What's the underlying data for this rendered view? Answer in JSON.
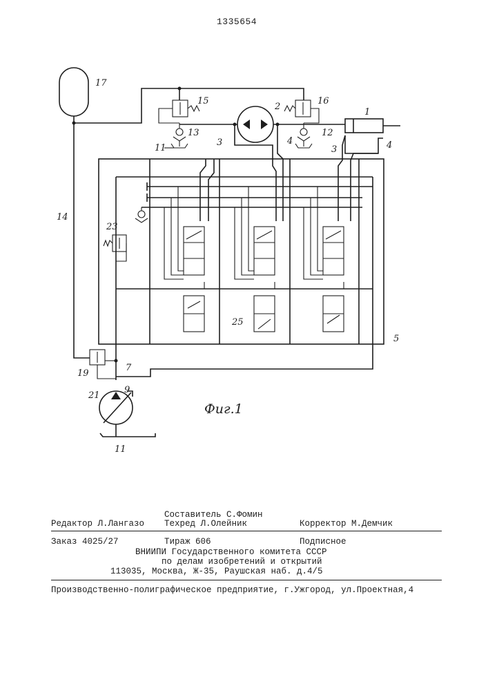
{
  "page_number": "1335654",
  "figure": {
    "caption": "Фиг.1",
    "labels": {
      "l1": "1",
      "l2": "2",
      "l3a": "3",
      "l3b": "3",
      "l4a": "4",
      "l4b": "4",
      "l5": "5",
      "l7": "7",
      "l9": "9",
      "l11a": "11",
      "l11b": "11",
      "l12": "12",
      "l13": "13",
      "l14": "14",
      "l15": "15",
      "l16": "16",
      "l17": "17",
      "l19": "19",
      "l21": "21",
      "l23": "23",
      "l25": "25"
    }
  },
  "imprint": {
    "compiler": "Составитель С.Фомин",
    "editor": "Редактор Л.Лангазо",
    "techred": "Техред Л.Олейник",
    "corrector": "Корректор М.Демчик",
    "order": "Заказ 4025/27",
    "circulation": "Тираж 606",
    "subscription": "Подписное",
    "org1": "ВНИИПИ Государственного комитета СССР",
    "org2": "по делам изобретений и открытий",
    "address": "113035, Москва, Ж-35, Раушская наб. д.4/5",
    "printer": "Производственно-полиграфическое предприятие, г.Ужгород, ул.Проектная,4"
  }
}
